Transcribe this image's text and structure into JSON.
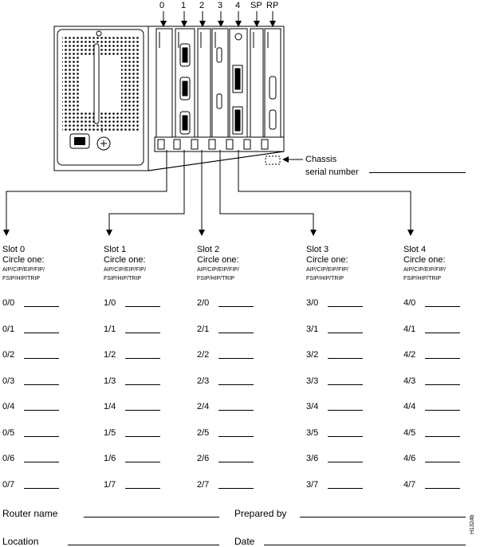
{
  "chassis": {
    "slot_numbers": [
      "0",
      "1",
      "2",
      "3",
      "4",
      "SP",
      "RP"
    ],
    "serial_label_line1": "Chassis",
    "serial_label_line2": "serial number"
  },
  "slot_common": {
    "circle_one": "Circle one:",
    "options_line1": "AIP/CIP/EIP/FIP/",
    "options_line2": "FSIP/HIP/TRIP"
  },
  "slots": [
    {
      "title": "Slot 0",
      "ports": [
        "0/0",
        "0/1",
        "0/2",
        "0/3",
        "0/4",
        "0/5",
        "0/6",
        "0/7"
      ]
    },
    {
      "title": "Slot 1",
      "ports": [
        "1/0",
        "1/1",
        "1/2",
        "1/3",
        "1/4",
        "1/5",
        "1/6",
        "1/7"
      ]
    },
    {
      "title": "Slot 2",
      "ports": [
        "2/0",
        "2/1",
        "2/2",
        "2/3",
        "2/4",
        "2/5",
        "2/6",
        "2/7"
      ]
    },
    {
      "title": "Slot 3",
      "ports": [
        "3/0",
        "3/1",
        "3/2",
        "3/3",
        "3/4",
        "3/5",
        "3/6",
        "3/7"
      ]
    },
    {
      "title": "Slot 4",
      "ports": [
        "4/0",
        "4/1",
        "4/2",
        "4/3",
        "4/4",
        "4/5",
        "4/6",
        "4/7"
      ]
    }
  ],
  "footer": {
    "router_name": "Router name",
    "prepared_by": "Prepared by",
    "location": "Location",
    "date": "Date"
  },
  "figure_id": "H1324b"
}
